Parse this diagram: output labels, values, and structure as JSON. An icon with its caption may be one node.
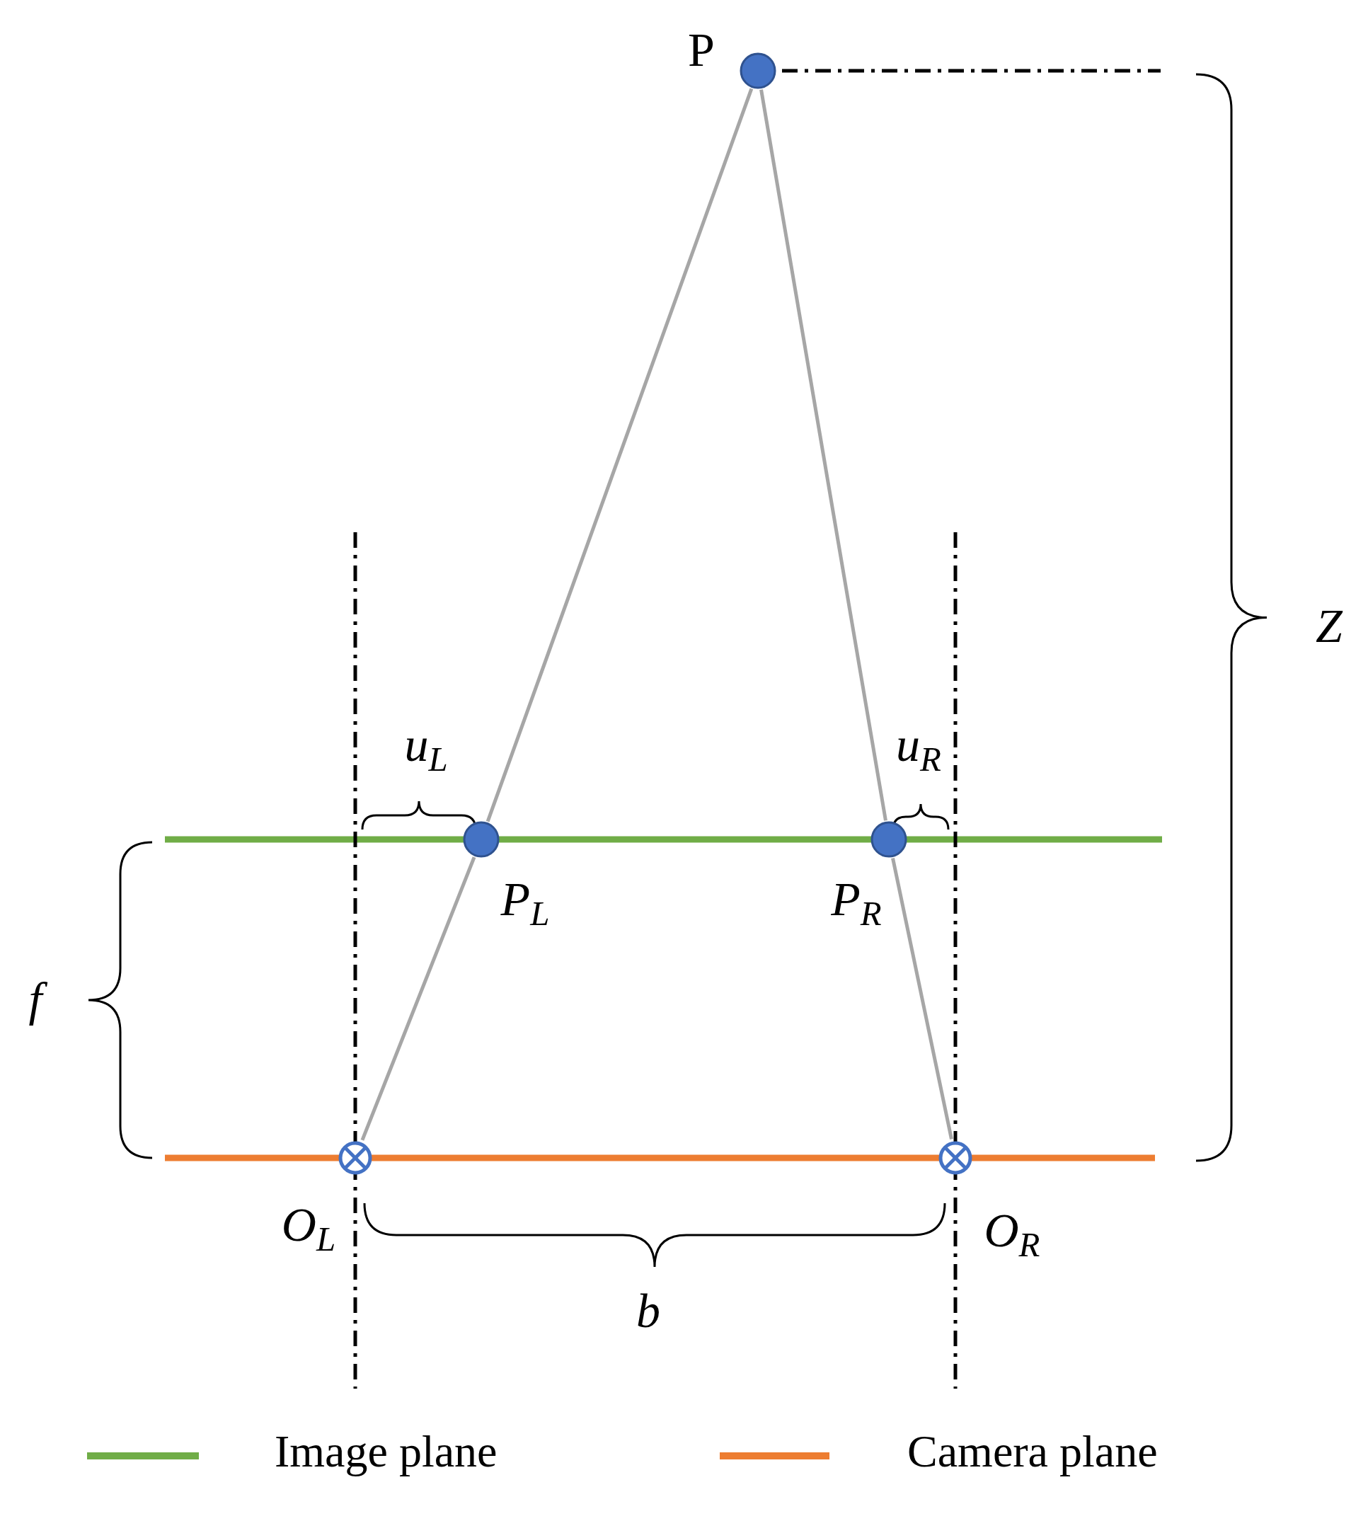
{
  "diagram": {
    "nodes": [
      {
        "text": [],
        "shape": "circle",
        "beside": [
          "P"
        ]
      },
      {
        "text": [],
        "shape": "circle",
        "beside": [
          "P$_{L}$"
        ]
      },
      {
        "text": [],
        "shape": "circle",
        "beside": [
          "P$_{R}$"
        ]
      },
      {
        "text": [],
        "shape": "circle",
        "beside": [
          "O$_{L}$"
        ]
      },
      {
        "text": [],
        "shape": "circle",
        "beside": [
          "O$_{R}$"
        ]
      }
    ],
    "edges": [
      {
        "from": 0,
        "to": 1,
        "arrow": "none"
      },
      {
        "from": 1,
        "to": 3,
        "arrow": "none"
      },
      {
        "from": 0,
        "to": 2,
        "arrow": "none"
      },
      {
        "from": 2,
        "to": 4,
        "arrow": "none"
      }
    ],
    "labels": [
      "Z",
      "u$_{L}$",
      "u$_{R}$",
      "f",
      "b"
    ],
    "legend": [
      {
        "text": "Image plane",
        "color": "#70ad47"
      },
      {
        "text": "Camera plane",
        "color": "#ed7d31"
      }
    ]
  }
}
